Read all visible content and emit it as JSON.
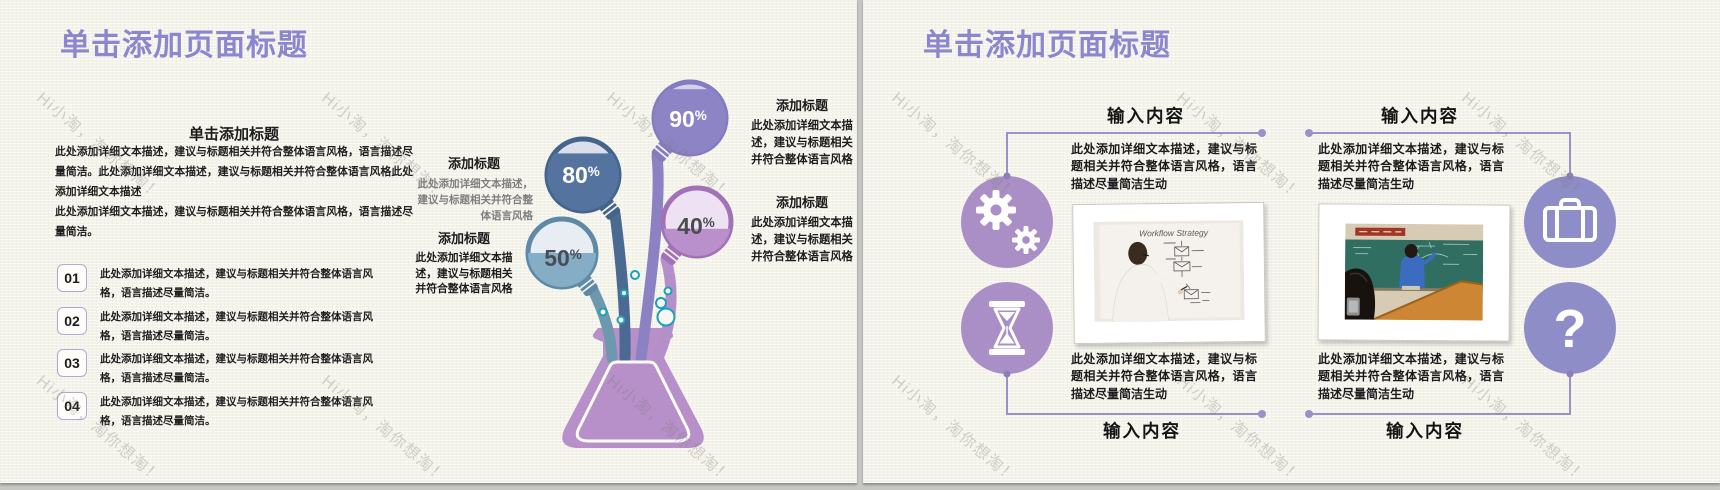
{
  "watermark": {
    "text": "Hi小淘，淘你想淘！"
  },
  "colors": {
    "title_purple": "#8c86cf",
    "flask_purple": "#b78fc9",
    "bubble_90_fill": "#8d84c6",
    "bubble_80_fill": "#54739f",
    "bubble_40_fill": "#b990cb",
    "bubble_50_fill": "#85adc5",
    "icon_circle_left": "#aa8fc6",
    "icon_circle_right": "#8f8dc7",
    "connector": "#9b90c9",
    "air_bubble_teal": "#1aa0ba"
  },
  "slide_left": {
    "title": "单击添加页面标题",
    "content_heading": "单击添加标题",
    "paragraph_1": "此处添加详细文本描述，建议与标题相关并符合整体语言风格，语言描述尽量简洁。此处添加详细文本描述，建议与标题相关并符合整体语言风格此处添加详细文本描述",
    "paragraph_2": "此处添加详细文本描述，建议与标题相关并符合整体语言风格，语言描述尽量简洁。",
    "list": [
      {
        "num": "01",
        "text": "此处添加详细文本描述，建议与标题相关并符合整体语言风格，语言描述尽量简洁。"
      },
      {
        "num": "02",
        "text": "此处添加详细文本描述，建议与标题相关并符合整体语言风格，语言描述尽量简洁。"
      },
      {
        "num": "03",
        "text": "此处添加详细文本描述，建议与标题相关并符合整体语言风格，语言描述尽量简洁。"
      },
      {
        "num": "04",
        "text": "此处添加详细文本描述，建议与标题相关并符合整体语言风格，语言描述尽量简洁。"
      }
    ],
    "flask": {
      "labels": [
        {
          "title": "添加标题",
          "body": "此处添加详细文本描述，建议与标题相关并符合整体语言风格"
        },
        {
          "title": "添加标题",
          "body": "此处添加详细文本描述，建议与标题相关并符合整体语言风格"
        },
        {
          "title": "添加标题",
          "body": "此处添加详细文本描述，建议与标题相关并符合整体语言风格"
        },
        {
          "title": "添加标题",
          "body": "此处添加详细文本描述，建议与标题相关并符合整体语言风格"
        }
      ],
      "bubbles": [
        {
          "value": "90",
          "unit": "%",
          "fill_percent": 90
        },
        {
          "value": "80",
          "unit": "%",
          "fill_percent": 80
        },
        {
          "value": "40",
          "unit": "%",
          "fill_percent": 40
        },
        {
          "value": "50",
          "unit": "%",
          "fill_percent": 50
        }
      ]
    }
  },
  "slide_right": {
    "title": "单击添加页面标题",
    "sections": [
      {
        "heading": "输入内容",
        "body": "此处添加详细文本描述，建议与标题相关并符合整体语言风格，语言描述尽量简洁生动",
        "icon": "gears"
      },
      {
        "heading": "输入内容",
        "body": "此处添加详细文本描述，建议与标题相关并符合整体语言风格，语言描述尽量简洁生动",
        "icon": "hourglass"
      },
      {
        "heading": "输入内容",
        "body": "此处添加详细文本描述，建议与标题相关并符合整体语言风格，语言描述尽量简洁生动",
        "icon": "briefcase"
      },
      {
        "heading": "输入内容",
        "body": "此处添加详细文本描述，建议与标题相关并符合整体语言风格，语言描述尽量简洁生动",
        "icon": "question-mark",
        "icon_glyph": "?"
      }
    ],
    "photos": [
      {
        "description": "man writing a workflow diagram on a whiteboard",
        "whiteboard_text": "Workflow Strategy"
      },
      {
        "description": "teacher writing on a green chalkboard"
      }
    ]
  }
}
